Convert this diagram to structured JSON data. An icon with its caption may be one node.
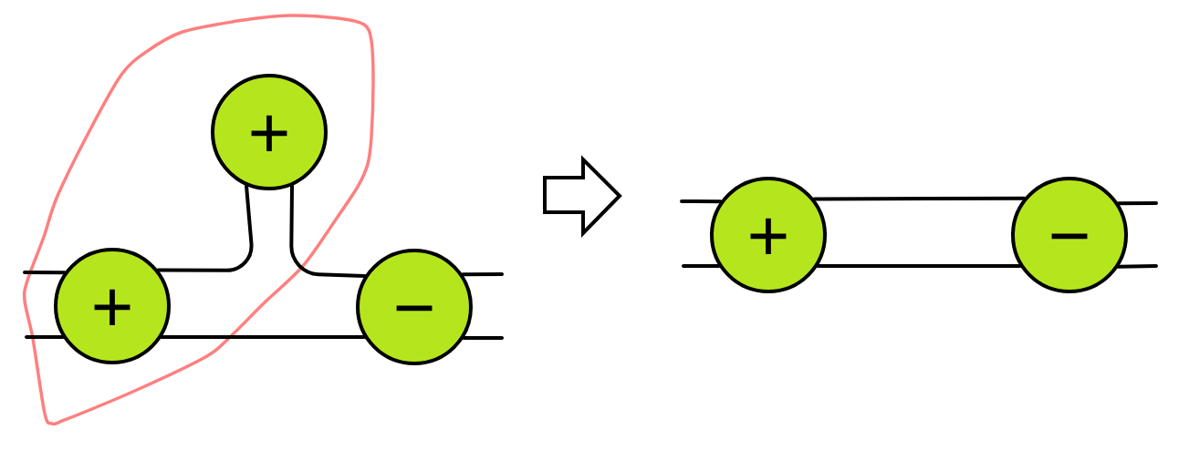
{
  "diagram": {
    "nodes": [
      {
        "text": [],
        "shape": "loop"
      },
      {
        "text": [
          "+"
        ],
        "in": 0
      },
      {
        "text": [
          "+"
        ],
        "in": 0
      },
      {
        "text": [
          "−"
        ]
      },
      {
        "text": [
          "+"
        ]
      },
      {
        "text": [
          "−"
        ]
      }
    ],
    "edges": [
      {
        "from": null,
        "to": 2,
        "arrow": "none"
      },
      {
        "from": null,
        "to": 2,
        "arrow": "none"
      },
      {
        "from": 2,
        "to": 1,
        "arrow": "none"
      },
      {
        "from": 1,
        "to": 3,
        "arrow": "none"
      },
      {
        "from": 2,
        "to": 3,
        "arrow": "none"
      },
      {
        "from": 3,
        "to": null,
        "arrow": "none"
      },
      {
        "from": 3,
        "to": null,
        "arrow": "none"
      },
      {
        "from": null,
        "to": 4,
        "arrow": "none"
      },
      {
        "from": null,
        "to": 4,
        "arrow": "none"
      },
      {
        "from": 4,
        "to": 5,
        "arrow": "none"
      },
      {
        "from": 4,
        "to": 5,
        "arrow": "none"
      },
      {
        "from": 5,
        "to": null,
        "arrow": "none"
      },
      {
        "from": 5,
        "to": null,
        "arrow": "none"
      }
    ]
  }
}
